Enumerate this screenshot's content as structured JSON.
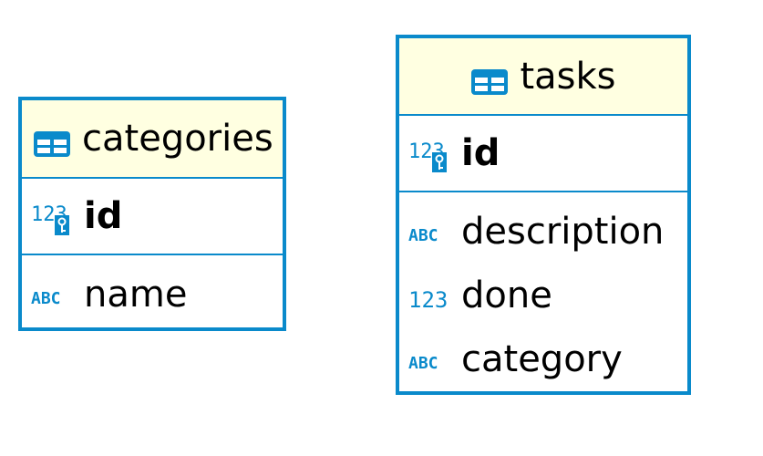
{
  "colors": {
    "border": "#0a8acb",
    "header_bg": "#ffffe1",
    "icon": "#0a8acb"
  },
  "entities": [
    {
      "name": "categories",
      "primary_key": {
        "name": "id",
        "icon": "numeric-key-icon"
      },
      "attributes": [
        {
          "name": "name",
          "icon": "text-type-icon"
        }
      ]
    },
    {
      "name": "tasks",
      "primary_key": {
        "name": "id",
        "icon": "numeric-key-icon"
      },
      "attributes": [
        {
          "name": "description",
          "icon": "text-type-icon"
        },
        {
          "name": "done",
          "icon": "numeric-type-icon"
        },
        {
          "name": "category",
          "icon": "text-type-icon"
        }
      ]
    }
  ]
}
